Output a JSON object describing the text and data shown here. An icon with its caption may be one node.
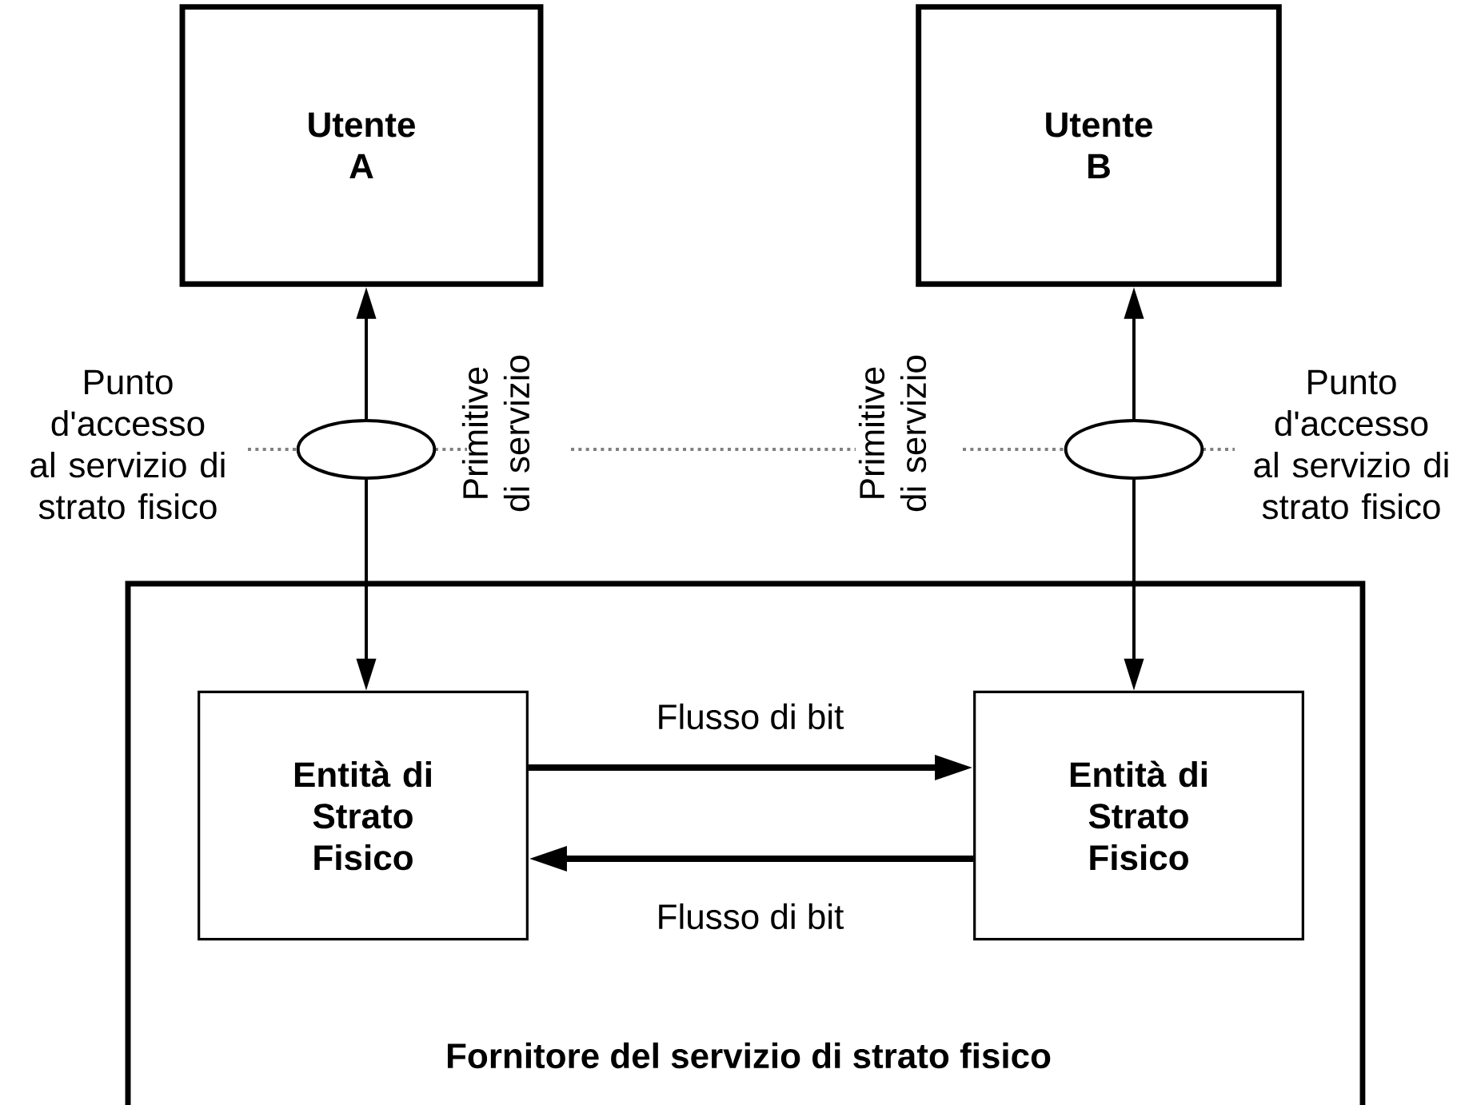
{
  "diagram": {
    "nodes": [
      {
        "text": [
          "Utente A"
        ]
      },
      {
        "text": [
          "Utente B"
        ]
      },
      {
        "text": [],
        "shape": "ellipse"
      },
      {
        "text": [],
        "shape": "ellipse"
      },
      {
        "text": [
          "Fornitore del servizio di strato fisico"
        ]
      },
      {
        "text": [
          "Entità di Strato Fisico"
        ],
        "in": 4
      },
      {
        "text": [
          "Entità di Strato Fisico"
        ],
        "in": 4
      }
    ],
    "edges": [
      {
        "from": 2,
        "to": 0,
        "arrow": "to"
      },
      {
        "from": 2,
        "to": 5,
        "arrow": "to"
      },
      {
        "from": 3,
        "to": 1,
        "arrow": "to"
      },
      {
        "from": 3,
        "to": 6,
        "arrow": "to"
      },
      {
        "from": 5,
        "to": 6,
        "arrow": "to",
        "label": "Flusso di bit",
        "style": "thick"
      },
      {
        "from": 6,
        "to": 5,
        "arrow": "to",
        "label": "Flusso di bit",
        "style": "thick"
      }
    ],
    "labels": [
      "Punto d'accesso al servizio di strato fisico",
      "Primitive di servizio",
      "Primitive di servizio",
      "Punto d'accesso al servizio di strato fisico"
    ]
  }
}
